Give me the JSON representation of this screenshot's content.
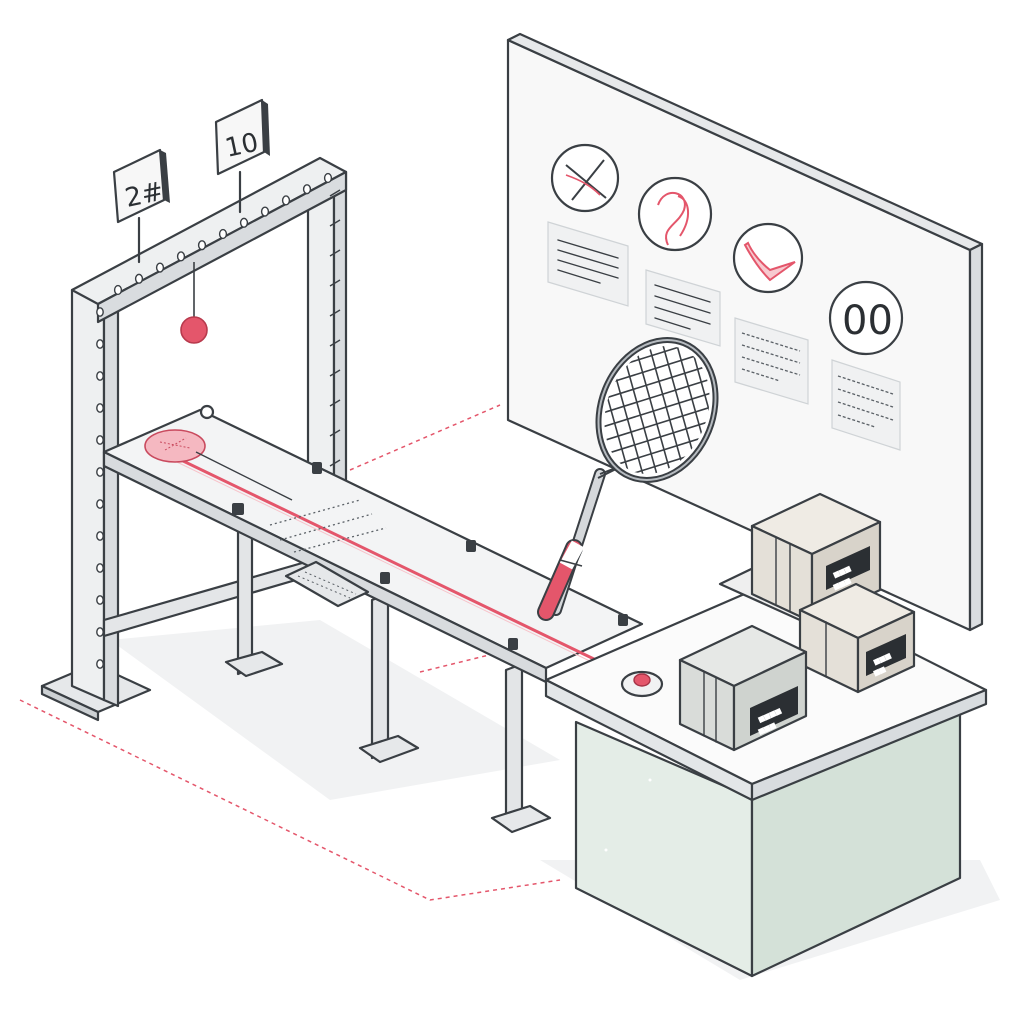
{
  "scene": {
    "left_sign": {
      "text": "2#"
    },
    "right_sign": {
      "text": "10"
    },
    "wall_gauge": {
      "text": "00"
    },
    "boxes": [
      {
        "label_line1": "■■■",
        "label_line2": "■■■"
      },
      {
        "label_line1": "■■■",
        "label_line2": "■■"
      },
      {
        "label_line1": "■■■■",
        "label_line2": "■■■"
      }
    ],
    "colors": {
      "accent": "#e4566b",
      "ink": "#3a3f44",
      "counter_fill": "#dfe9e3",
      "box_fill": "#e4e0d8",
      "wall_fill": "#f7f7f7"
    }
  }
}
